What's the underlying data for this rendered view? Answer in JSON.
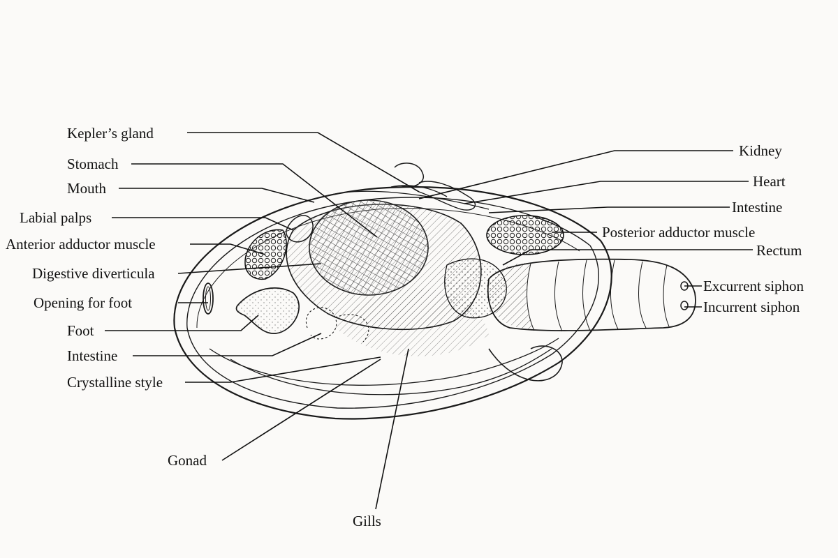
{
  "labels": {
    "keplers_gland": "Kepler’s gland",
    "stomach": "Stomach",
    "mouth": "Mouth",
    "labial_palps": "Labial palps",
    "anterior_adductor": "Anterior adductor muscle",
    "digestive_diverticula": "Digestive diverticula",
    "opening_for_foot": "Opening for foot",
    "foot": "Foot",
    "intestine_left": "Intestine",
    "crystalline_style": "Crystalline style",
    "gonad": "Gonad",
    "gills": "Gills",
    "kidney": "Kidney",
    "heart": "Heart",
    "intestine_right": "Intestine",
    "posterior_adductor": "Posterior adductor muscle",
    "rectum": "Rectum",
    "excurrent_siphon": "Excurrent siphon",
    "incurrent_siphon": "Incurrent siphon"
  },
  "colors": {
    "ink": "#111111",
    "paper": "#fbfaf8"
  }
}
